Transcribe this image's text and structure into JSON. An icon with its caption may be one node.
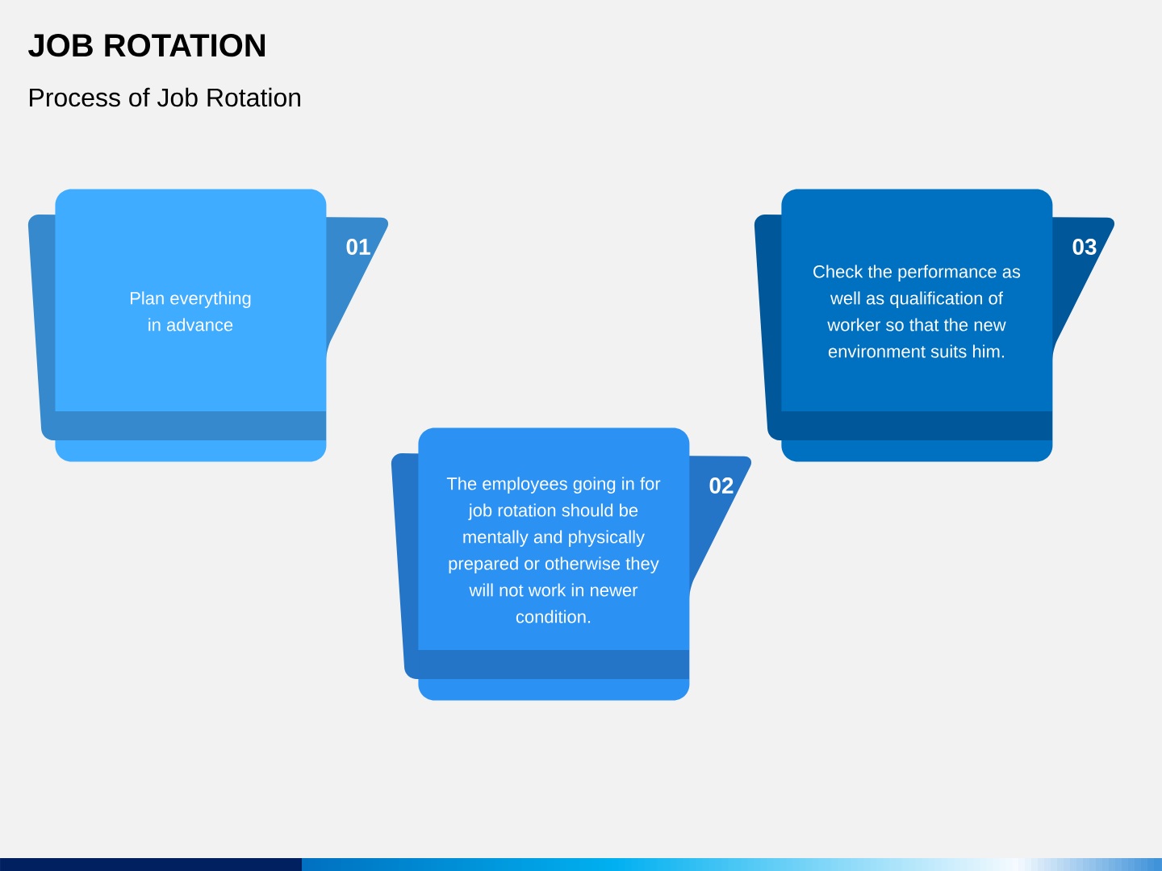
{
  "diagram": {
    "title": "JOB ROTATION",
    "nodes": [
      {
        "text": [
          "Plan everything in advance",
          "01"
        ]
      },
      {
        "text": [
          "The employees going in for job rotation should be mentally and physically prepared or otherwise they will not work in newer condition.",
          "02"
        ]
      },
      {
        "text": [
          "Check the performance as well as qualification of worker so that the new environment suits him.",
          "03"
        ]
      }
    ],
    "labels": [
      "Process of Job Rotation"
    ]
  }
}
